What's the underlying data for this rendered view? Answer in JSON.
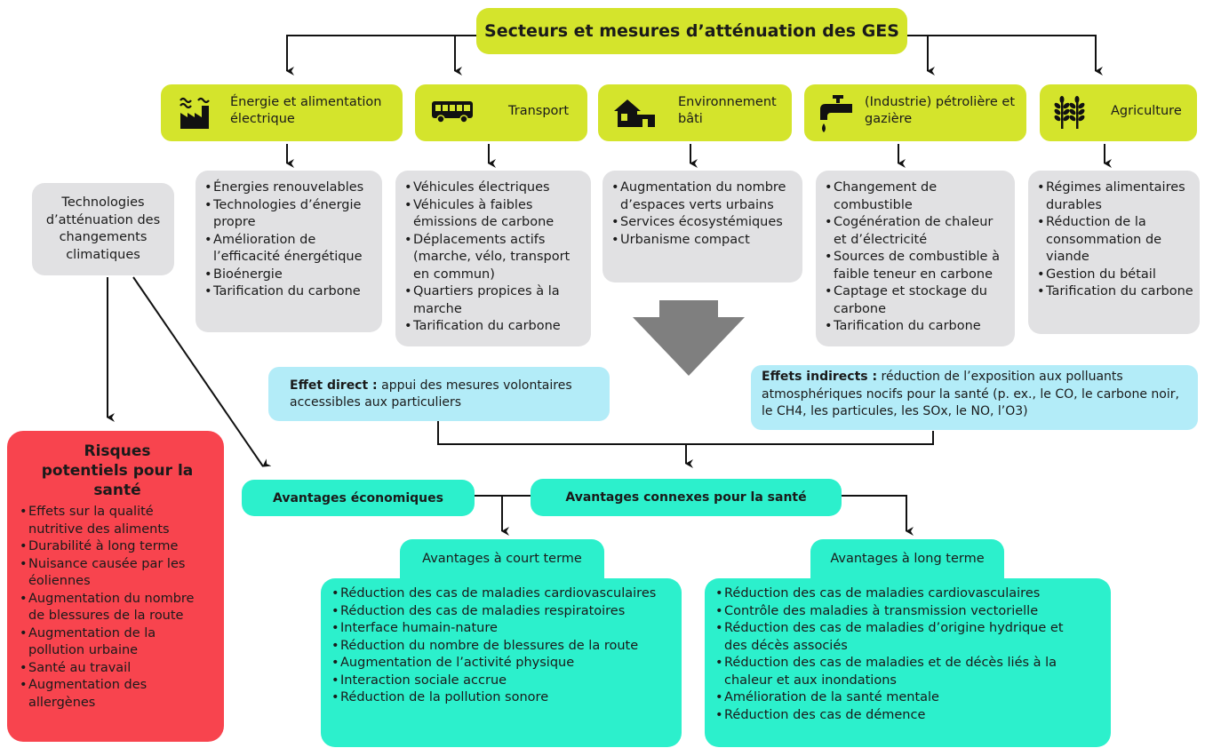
{
  "title": "Secteurs et mesures d’atténuation des GES",
  "sectors": [
    {
      "label": "Énergie et alimentation électrique",
      "icon": "factory-icon",
      "measures": [
        "Énergies renouvelables",
        "Technologies d’énergie propre",
        "Amélioration de l’efficacité énergétique",
        "Bioénergie",
        "Tarification du carbone"
      ]
    },
    {
      "label": "Transport",
      "icon": "bus-icon",
      "measures": [
        "Véhicules électriques",
        "Véhicules à faibles émissions de carbone",
        "Déplacements actifs (marche, vélo, transport en commun)",
        "Quartiers propices à la marche",
        "Tarification du carbone"
      ]
    },
    {
      "label": "Environnement bâti",
      "icon": "house-icon",
      "measures": [
        "Augmentation du nombre d’espaces verts urbains",
        "Services écosystémiques",
        "Urbanisme compact"
      ]
    },
    {
      "label": "(Industrie) pétrolière et gazière",
      "icon": "oil-tap-icon",
      "measures": [
        "Changement de combustible",
        "Cogénération de chaleur et d’électricité",
        "Sources de combustible à faible teneur en carbone",
        "Captage et stockage du carbone",
        "Tarification du carbone"
      ]
    },
    {
      "label": "Agriculture",
      "icon": "wheat-icon",
      "measures": [
        "Régimes alimentaires durables",
        "Réduction de la consommation de viande",
        "Gestion du bétail",
        "Tarification du carbone"
      ]
    }
  ],
  "technologies": "Technologies d’atténuation des changements climatiques",
  "risks": {
    "title": "Risques potentiels pour la santé",
    "items": [
      "Effets sur la qualité nutritive des aliments",
      "Durabilité à long terme",
      "Nuisance causée par les éoliennes",
      "Augmentation du nombre de blessures de la route",
      "Augmentation de la pollution urbaine",
      "Santé au travail",
      "Augmentation des allergènes"
    ]
  },
  "direct_effect": {
    "label": "Effet direct :",
    "text": "appui des mesures volontaires accessibles aux particuliers"
  },
  "indirect_effects": {
    "label": "Effets indirects :",
    "text": "réduction de l’exposition aux polluants atmosphériques nocifs pour la santé (p. ex., le CO, le carbone noir, le CH4, les particules, les SOx, le NO, l’O3)"
  },
  "economic_benefits": "Avantages économiques",
  "health_cobenefits": "Avantages connexes pour la santé",
  "short_term": {
    "title": "Avantages à court terme",
    "items": [
      "Réduction des cas de maladies cardiovasculaires",
      "Réduction des cas de maladies respiratoires",
      "Interface humain-nature",
      "Réduction du nombre de blessures de la route",
      "Augmentation de l’activité physique",
      "Interaction sociale accrue",
      "Réduction de la pollution sonore"
    ]
  },
  "long_term": {
    "title": "Avantages à long terme",
    "items": [
      "Réduction des cas de maladies cardiovasculaires",
      "Contrôle des maladies à transmission vectorielle",
      "Réduction des cas de maladies d’origine hydrique et des décès associés",
      "Réduction des cas de maladies et de décès liés à la chaleur et aux inondations",
      "Amélioration de la santé mentale",
      "Réduction des cas de démence"
    ]
  },
  "colors": {
    "lime": "#d4e42c",
    "grey": "#e1e1e3",
    "cyan": "#b3ecf8",
    "teal": "#2cf0cc",
    "red": "#f8444e",
    "arrow": "#7f7f7f"
  }
}
